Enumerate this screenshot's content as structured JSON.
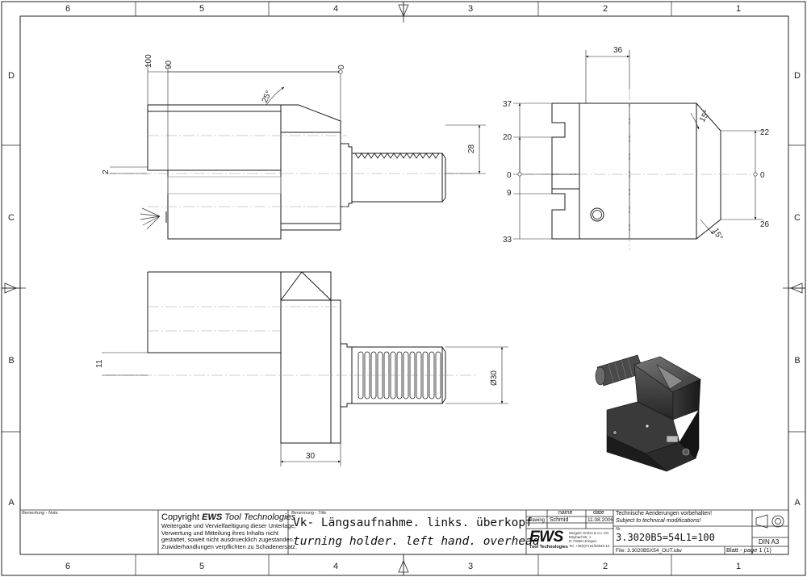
{
  "frame": {
    "columns": [
      "6",
      "5",
      "4",
      "3",
      "2",
      "1"
    ],
    "rows": [
      "D",
      "C",
      "B",
      "A"
    ]
  },
  "dimensions": {
    "front_100": "100",
    "front_90": "90",
    "front_0": "0",
    "front_25deg": "25°",
    "front_28": "28",
    "front_2": "2",
    "side_36": "36",
    "side_37": "37",
    "side_20": "20",
    "side_0_left": "0",
    "side_9": "9",
    "side_33": "33",
    "side_15deg_top": "15°",
    "side_22": "22",
    "side_0_right": "0",
    "side_26": "26",
    "side_15deg_bottom": "15°",
    "top_11": "11",
    "top_dia30": "Ø30",
    "top_30": "30"
  },
  "title_block": {
    "note_caption": "Bemerkung - Note",
    "copyright_prefix": "Copyright ",
    "copyright_brand": "EWS",
    "copyright_suffix": " Tool Technologies",
    "copyright_lines": [
      "Weitergabe und Vervielfaeltigung dieser Unterlage,",
      "Verwertung und Mitteilung ihres Inhalts nicht",
      "gestattet, soweit nicht ausdruecklich zugestanden.",
      "Zuwiderhandlungen verpflichten zu Schadenersatz."
    ],
    "title_caption": "Benennung - Title",
    "title_de": "Vk- Längsaufnahme. links. überkopf",
    "title_en": "turning holder. left hand. overhead",
    "col_name": "name",
    "col_date": "date",
    "row_drawing": "drawing",
    "drawn_by": "Schmid",
    "drawn_date": "11.08.2006",
    "logo_text": "EWS",
    "logo_sub": "Tool Technologies",
    "address_lines": [
      "Weigele GmbH & Co. KG",
      "Maybachstr. 1",
      "D-73066 Uhingen",
      "Tel. +49(0)7161/93040-10"
    ],
    "notice_de": "Technische Aenderungen vorbehalten!",
    "notice_en": "Subject to technical modifications!",
    "nr_caption": "Nr.",
    "part_number": "3.3020B5=54L1=100",
    "file_label": "File: 3.3020B5X54_OUT.idw",
    "format": "DIN A3",
    "sheet_label": "Blatt - ",
    "sheet_page": "page",
    "sheet_num": "1 (1)"
  },
  "colors": {
    "line": "#1a1a1a",
    "centerline": "#9a9a9a",
    "dimension": "#222222",
    "iso_dark": "#2b2b2b",
    "iso_mid": "#555555"
  }
}
